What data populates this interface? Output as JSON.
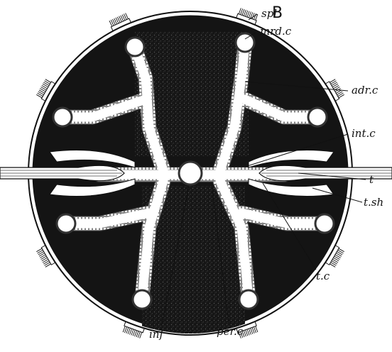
{
  "figure": {
    "panel_letter": "B",
    "labels": {
      "spl": "spl",
      "mrd_c": "mrd.c",
      "adr_c": "adr.c",
      "int_c": "int.c",
      "t": "t",
      "t_sh": "t.sh",
      "t_c": "t.c",
      "inf": "inf",
      "per_c": "per.c"
    },
    "colors": {
      "ink": "#111111",
      "dark_fill": "#141414",
      "paper": "#ffffff"
    }
  }
}
